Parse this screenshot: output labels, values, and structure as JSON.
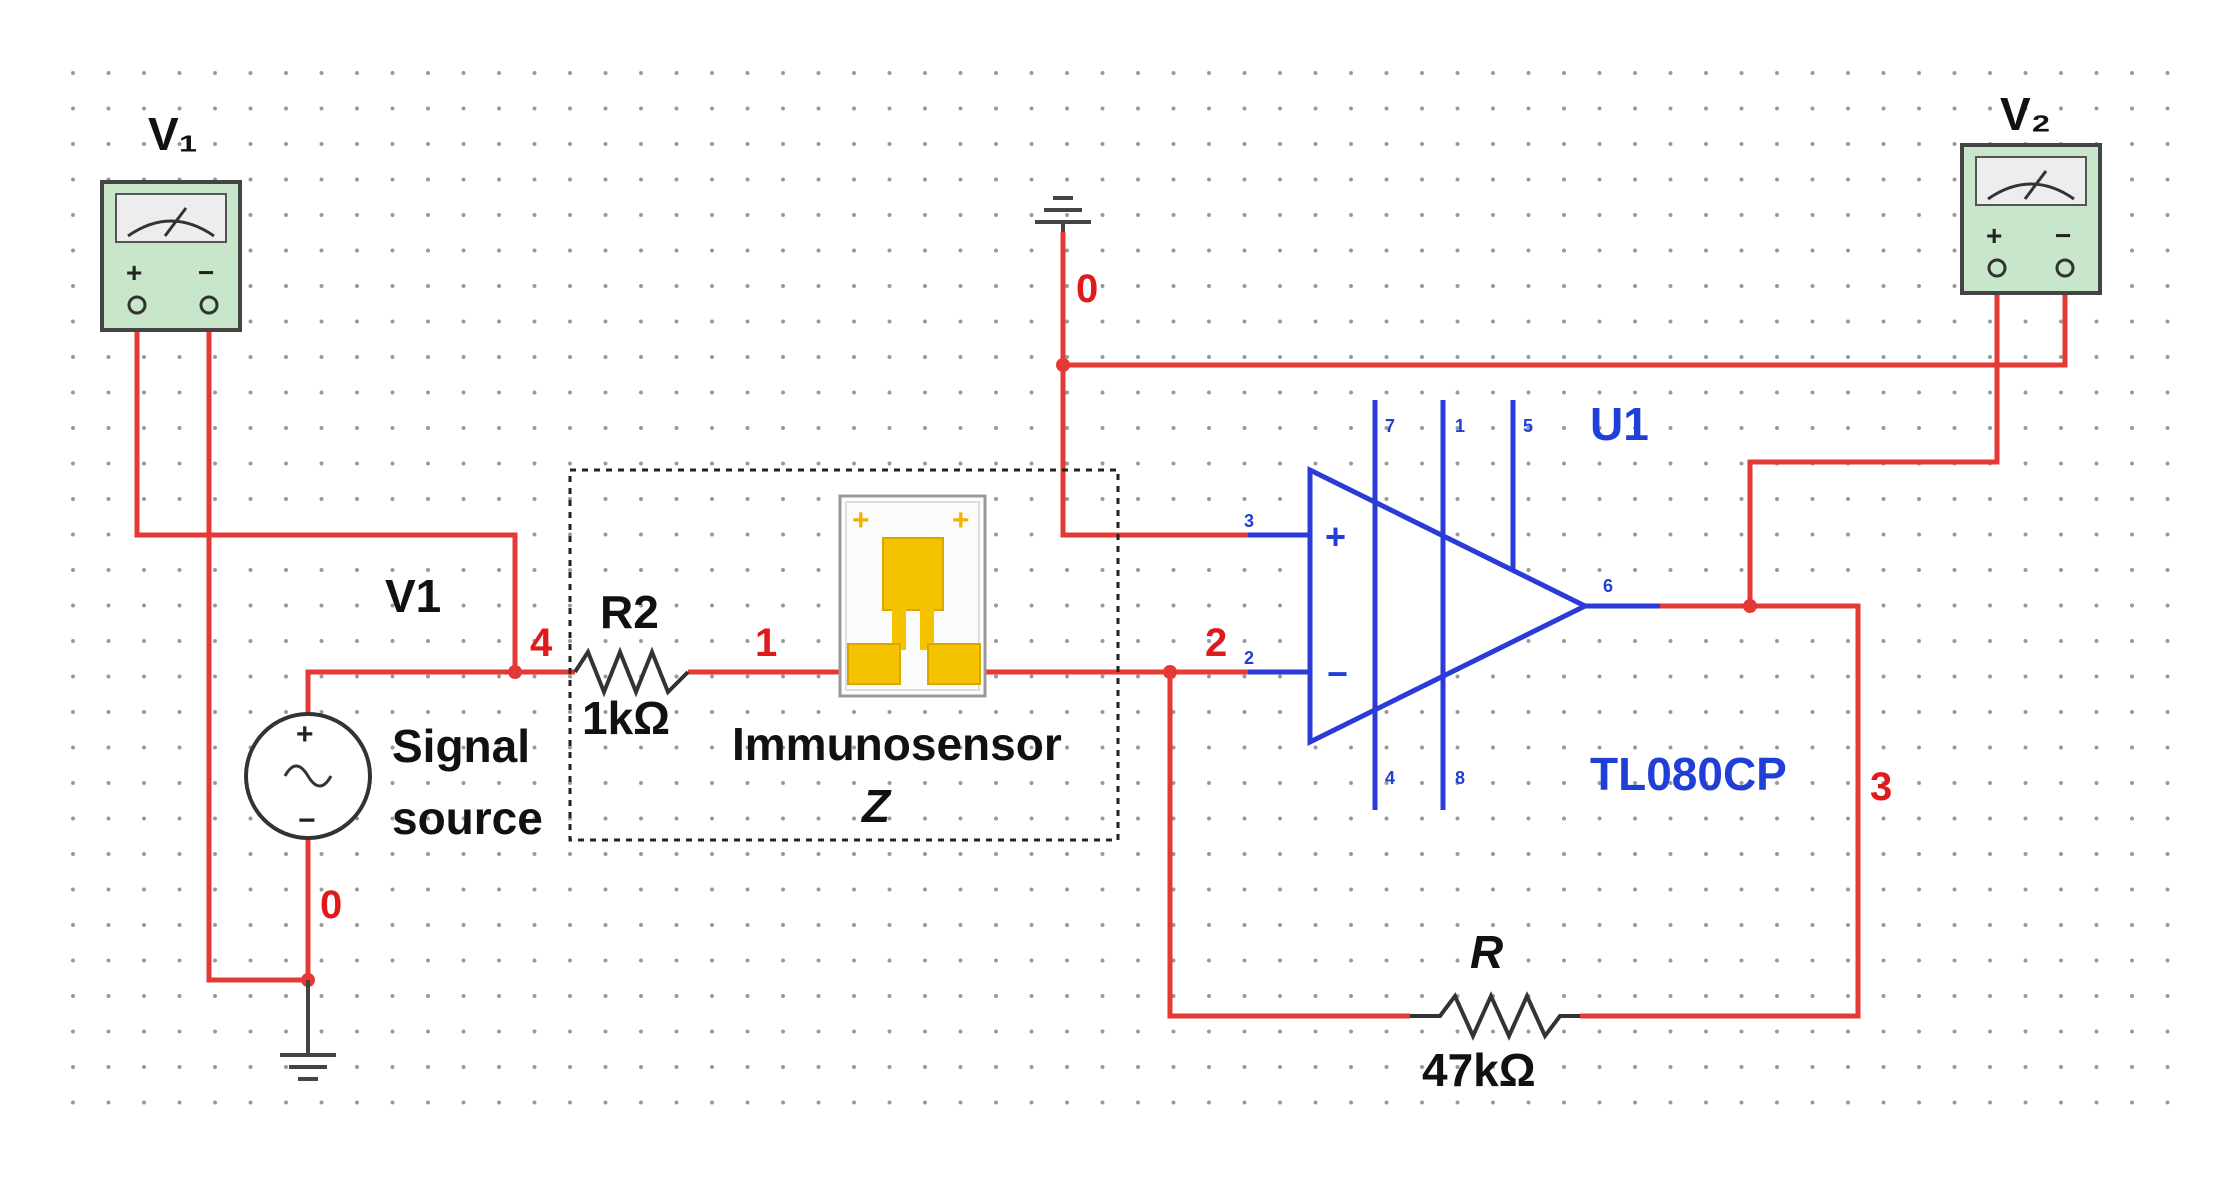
{
  "meters": {
    "v1_label": "V₁",
    "v2_label": "V₂",
    "plus": "+",
    "minus": "−"
  },
  "source": {
    "name": "V1",
    "desc_line1": "Signal",
    "desc_line2": "source",
    "plus": "+",
    "minus": "−"
  },
  "resistor_r2": {
    "name": "R2",
    "value": "1kΩ"
  },
  "resistor_r": {
    "name": "R",
    "value": "47kΩ"
  },
  "sensor": {
    "name": "Immunosensor",
    "symbol": "Z",
    "plus": "+"
  },
  "opamp": {
    "ref": "U1",
    "part": "TL080CP",
    "plus": "+",
    "minus": "−",
    "pins": {
      "p3": "3",
      "p2": "2",
      "p6": "6",
      "p7": "7",
      "p1": "1",
      "p5": "5",
      "p4": "4",
      "p8": "8"
    }
  },
  "nodes": {
    "n0_top": "0",
    "n0_bottom": "0",
    "n1": "1",
    "n2": "2",
    "n3": "3",
    "n4": "4"
  },
  "colors": {
    "wire": "#e53935",
    "opamp": "#2a3bd8",
    "meter_bg": "#c8e6c9",
    "sensor": "#f5c200"
  }
}
